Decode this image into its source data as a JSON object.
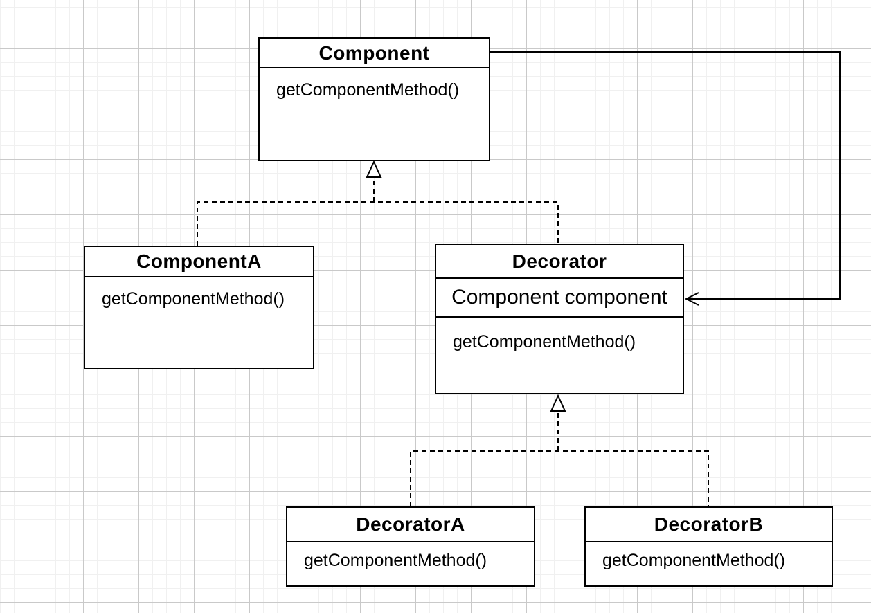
{
  "diagram": {
    "classes": [
      {
        "name": "Component",
        "fields": [],
        "methods": [
          "getComponentMethod()"
        ]
      },
      {
        "name": "ComponentA",
        "fields": [],
        "methods": [
          "getComponentMethod()"
        ]
      },
      {
        "name": "Decorator",
        "fields": [
          "Component component"
        ],
        "methods": [
          "getComponentMethod()"
        ]
      },
      {
        "name": "DecoratorA",
        "fields": [],
        "methods": [
          "getComponentMethod()"
        ]
      },
      {
        "name": "DecoratorB",
        "fields": [],
        "methods": [
          "getComponentMethod()"
        ]
      }
    ],
    "relationships": [
      {
        "from": "ComponentA",
        "to": "Component",
        "type": "generalization",
        "line": "dashed",
        "arrow": "hollow-triangle"
      },
      {
        "from": "Decorator",
        "to": "Component",
        "type": "generalization",
        "line": "dashed",
        "arrow": "hollow-triangle"
      },
      {
        "from": "DecoratorA",
        "to": "Decorator",
        "type": "generalization",
        "line": "dashed",
        "arrow": "hollow-triangle"
      },
      {
        "from": "DecoratorB",
        "to": "Decorator",
        "type": "generalization",
        "line": "dashed",
        "arrow": "hollow-triangle"
      },
      {
        "from": "Component",
        "to": "Decorator",
        "type": "association",
        "line": "solid",
        "arrow": "open"
      }
    ],
    "colors": {
      "line": "#000000",
      "box_fill": "#ffffff",
      "background": "#ffffff",
      "grid_minor": "#f0f0f0",
      "grid_major": "#c9c9c9"
    }
  }
}
